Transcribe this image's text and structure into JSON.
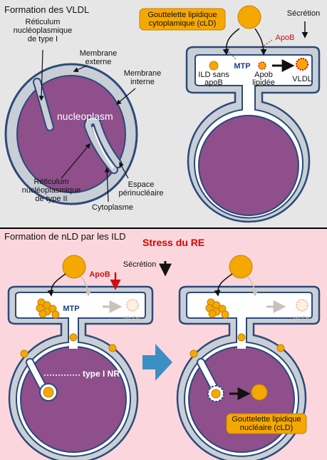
{
  "colors": {
    "top_panel_bg": "#e6e6e6",
    "bottom_panel_bg": "#fbd7dd",
    "divider": "#000000",
    "membrane_fill": "#c9cfd6",
    "membrane_stroke": "#2c4a7a",
    "nucleus_fill": "#8e4f8b",
    "droplet_fill": "#f5a800",
    "droplet_stroke": "#c47f00",
    "stress_red": "#e00000",
    "apob_red": "#cc1111",
    "mtp_blue": "#1f3b86",
    "arrow_blue": "#3b8fc4",
    "faded": "#c9c2b8"
  },
  "top_panel": {
    "title": "Formation des VLDL",
    "labels": {
      "reticulum_type1": "Réticulum\nnucléoplasmique\nde type I",
      "membrane_externe": "Membrane\nexterne",
      "membrane_interne": "Membrane\ninterne",
      "nucleoplasm": "nucleoplasm",
      "espace_perinucleaire": "Espace\npérinucléaire",
      "reticulum_type2": "Réticulum\nnucléoplasmique\nde type II",
      "cytoplasme": "Cytoplasme",
      "gouttelette_cld": "Gouttelette lipidique\ncytoplamique (cLD)",
      "secretion": "Sécrétion",
      "apob": "ApoB",
      "mtp": "MTP",
      "ild_sans_apob": "ILD sans\napoB",
      "apob_lipidee": "Apob\nlipidée",
      "vldl": "VLDL"
    }
  },
  "bottom_panel": {
    "title": "Formation de nLD par les ILD",
    "stress": "Stress du RE",
    "labels": {
      "secretion": "Sécrétion",
      "apob": "ApoB",
      "mtp": "MTP",
      "vldl": "VLDL",
      "type1_nr": "type I NR",
      "gouttelette_nld": "Gouttelette lipidique\nnucléaire (cLD)"
    }
  }
}
